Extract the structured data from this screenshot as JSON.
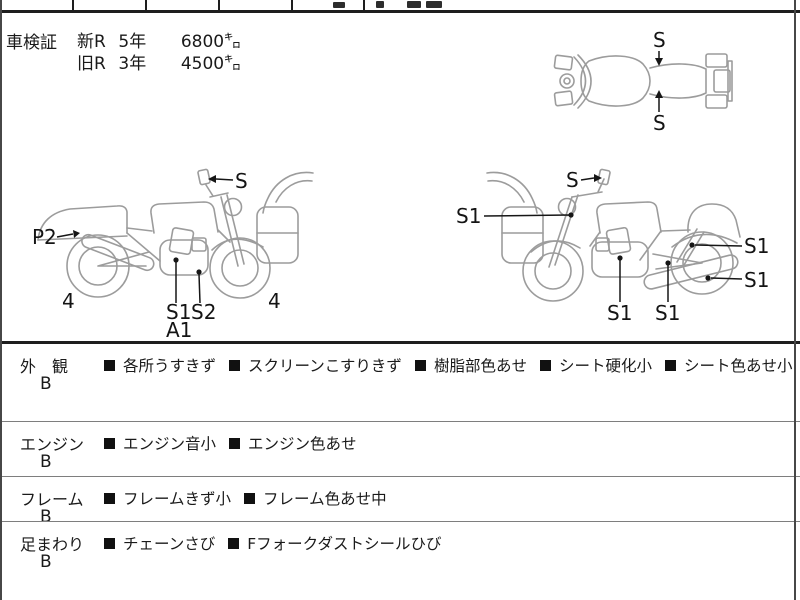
{
  "inspection": {
    "label": "車検証",
    "rows": [
      {
        "era": "新R",
        "years": "5年",
        "distance": "6800㌔"
      },
      {
        "era": "旧R",
        "years": "3年",
        "distance": "4500㌔"
      }
    ]
  },
  "diagram": {
    "top_view": {
      "label_top": "S",
      "label_bottom": "S"
    },
    "left_view": {
      "mirror": "S",
      "rear_fender": "P2",
      "rear_tire": "4",
      "front_tire": "4",
      "engine_s1": "S1",
      "guard_s2": "S2",
      "engine_a1": "A1"
    },
    "right_view": {
      "mirror": "S",
      "front_fork": "S1",
      "engine": "S1",
      "frame": "S1",
      "rear_shock": "S1",
      "rear_wheel": "S1"
    }
  },
  "sections": [
    {
      "label": "外　観",
      "grade": "B",
      "items": [
        "各所うすきず",
        "スクリーンこすりきず",
        "樹脂部色あせ",
        "シート硬化小",
        "シート色あせ小"
      ]
    },
    {
      "label": "エンジン",
      "grade": "B",
      "items": [
        "エンジン音小",
        "エンジン色あせ"
      ]
    },
    {
      "label": "フレーム",
      "grade": "B",
      "items": [
        "フレームきず小",
        "フレーム色あせ中"
      ]
    },
    {
      "label": "足まわり",
      "grade": "B",
      "items": [
        "チェーンさび",
        "Fフォークダストシールひび"
      ]
    }
  ]
}
